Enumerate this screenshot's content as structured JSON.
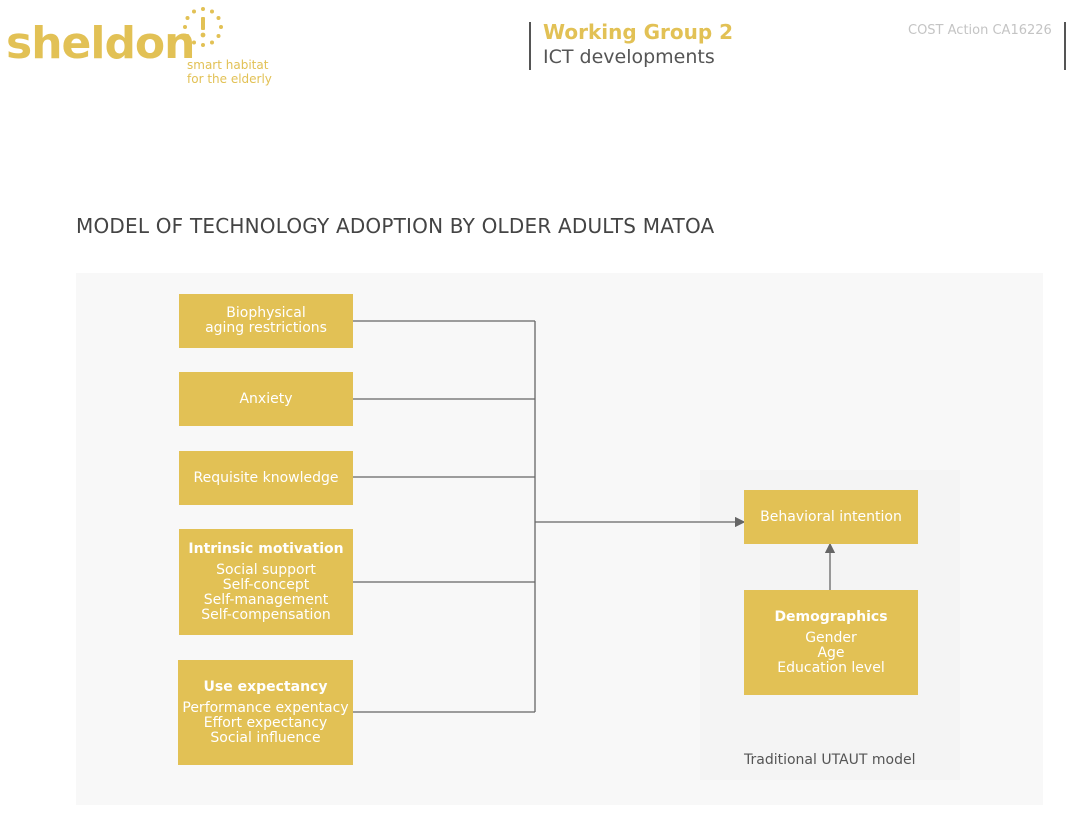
{
  "logo": {
    "wordmark": "sheldon",
    "tagline_1": "smart habitat",
    "tagline_2": "for the elderly"
  },
  "header": {
    "title": "Working Group 2",
    "subtitle": "ICT developments",
    "action": "COST Action CA16226"
  },
  "slide": {
    "title": "MODEL OF TECHNOLOGY ADOPTION BY OLDER ADULTS MATOA",
    "caption": "Traditional UTAUT model"
  },
  "boxes": {
    "biophysical": {
      "line_1": "Biophysical",
      "line_2": "aging restrictions"
    },
    "anxiety": {
      "label": "Anxiety"
    },
    "knowledge": {
      "label": "Requisite knowledge"
    },
    "intrinsic": {
      "heading": "Intrinsic motivation",
      "items": [
        "Social support",
        "Self-concept",
        "Self-management",
        "Self-compensation"
      ]
    },
    "use": {
      "heading": "Use expectancy",
      "items": [
        "Performance expentacy",
        "Effort expectancy",
        "Social influence"
      ]
    },
    "behavioral": {
      "label": "Behavioral intention"
    },
    "demographics": {
      "heading": "Demographics",
      "items": [
        "Gender",
        "Age",
        "Education level"
      ]
    }
  },
  "colors": {
    "accent": "#e2c155",
    "text_dark": "#444444",
    "line": "#666666",
    "panel": "#f8f8f8"
  }
}
